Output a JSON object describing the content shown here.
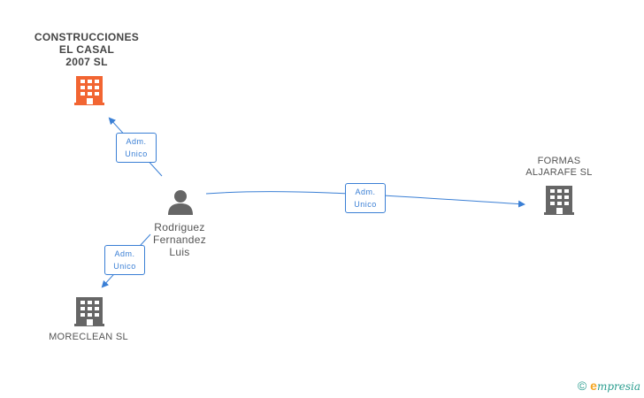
{
  "nodes": {
    "company_main": {
      "label": "CONSTRUCCIONES\nEL CASAL\n2007 SL",
      "color": "#f26532"
    },
    "company_formas": {
      "label": "FORMAS\nALJARAFE SL",
      "color": "#666666"
    },
    "company_moreclean": {
      "label": "MORECLEAN SL",
      "color": "#666666"
    },
    "person": {
      "label": "Rodriguez\nFernandez\nLuis",
      "color": "#666666",
      "icon": "person-icon"
    }
  },
  "edges": {
    "to_main": {
      "label": "Adm.\nUnico"
    },
    "to_formas": {
      "label": "Adm.\nUnico"
    },
    "to_moreclean": {
      "label": "Adm.\nUnico"
    }
  },
  "colors": {
    "edge": "#3a7fd5"
  },
  "footer": {
    "copyright": "©",
    "brand_initial": "e",
    "brand_rest": "mpresia"
  }
}
